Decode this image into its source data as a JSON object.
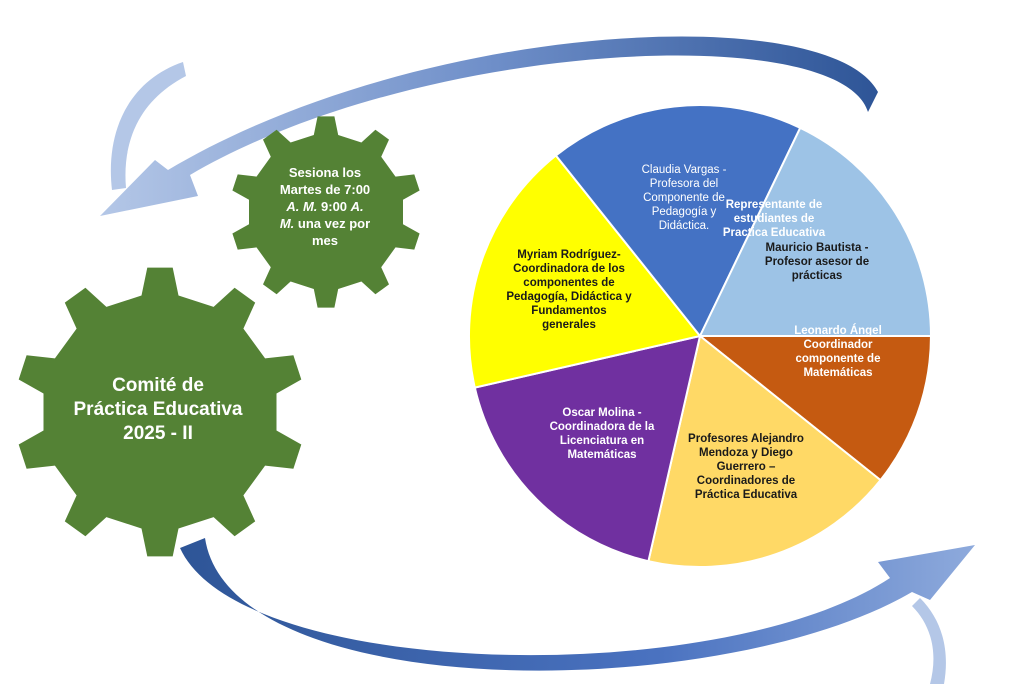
{
  "diagram": {
    "main_gear": {
      "label": "Comité de Práctica Educativa 2025 - II",
      "lines": [
        "Comité de",
        "Práctica Educativa",
        "2025 - II"
      ],
      "color": "#548235"
    },
    "small_gear": {
      "color": "#548235",
      "lines": [
        [
          {
            "t": "Sesiona los",
            "i": false
          }
        ],
        [
          {
            "t": "Martes de 7:00",
            "i": false
          }
        ],
        [
          {
            "t": "A. M.",
            "i": true
          },
          {
            "t": " 9:00 ",
            "i": false
          },
          {
            "t": "A.",
            "i": true
          }
        ],
        [
          {
            "t": "M.",
            "i": true
          },
          {
            "t": " una vez por",
            "i": false
          }
        ],
        [
          {
            "t": "mes",
            "i": false
          }
        ]
      ]
    },
    "pie": {
      "slices": [
        {
          "lines": [
            "Representante de",
            "estudiantes de",
            "Practica Educativa"
          ],
          "color": "#548235",
          "text": "white",
          "bold": true,
          "start": -90,
          "end": -25.7
        },
        {
          "lines": [
            "Leonardo Ángel",
            "Coordinador",
            "componente de",
            "Matemáticas"
          ],
          "color": "#c55a11",
          "text": "white",
          "bold": true,
          "start": -25.7,
          "end": 38.6
        },
        {
          "lines": [
            "Profesores Alejandro",
            "Mendoza y Diego",
            "Guerrero –",
            "Coordinadores de",
            "Práctica Educativa"
          ],
          "color": "#ffd966",
          "text": "black",
          "bold": true,
          "start": 38.6,
          "end": 102.9
        },
        {
          "lines": [
            "Oscar Molina -",
            "Coordinadora de la",
            "Licenciatura en",
            "Matemáticas"
          ],
          "color": "#7030a0",
          "text": "white",
          "bold": true,
          "start": 102.9,
          "end": 167.1
        },
        {
          "lines": [
            "Myriam Rodríguez-",
            "Coordinadora de los",
            "componentes de",
            "Pedagogía, Didáctica y",
            "Fundamentos",
            "generales"
          ],
          "color": "#ffff00",
          "text": "black",
          "bold": true,
          "start": 167.1,
          "end": 231.4
        },
        {
          "lines": [
            "Claudia Vargas -",
            "Profesora del",
            "Componente de",
            "Pedagogía y",
            "Didáctica."
          ],
          "color": "#4472c4",
          "text": "white",
          "bold": false,
          "start": 231.4,
          "end": 295.7
        },
        {
          "lines": [
            "Mauricio Bautista -",
            "Profesor asesor de",
            "prácticas"
          ],
          "color": "#9dc3e6",
          "text": "black",
          "bold": true,
          "start": 295.7,
          "end": 360
        }
      ]
    },
    "colors": {
      "arrow_dark": "#2e5597",
      "arrow_light": "#b4c7e7"
    }
  }
}
